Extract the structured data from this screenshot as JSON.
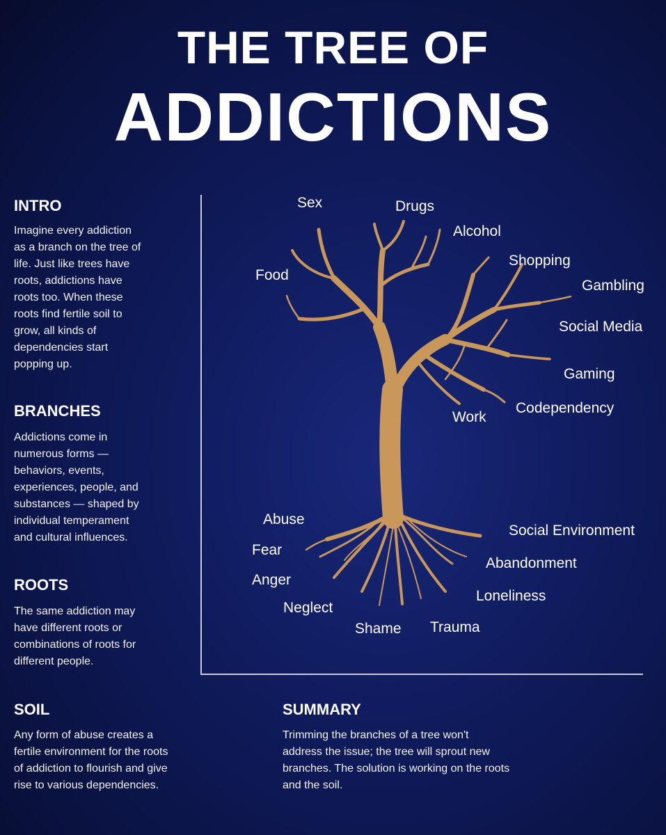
{
  "title": {
    "line1": "THE TREE OF",
    "line2": "ADDICTIONS"
  },
  "sections": {
    "intro": {
      "heading": "INTRO",
      "lines": [
        "Imagine every addiction",
        "as a branch on the tree of",
        "life. Just like trees have",
        "roots, addictions have",
        "roots too. When these",
        "roots find fertile soil to",
        "grow, all kinds of",
        "dependencies start",
        "popping up."
      ]
    },
    "branches": {
      "heading": "BRANCHES",
      "lines": [
        "Addictions come in",
        "numerous forms —",
        "behaviors, events,",
        "experiences, people, and",
        "substances — shaped by",
        "individual temperament",
        "and cultural influences."
      ]
    },
    "roots": {
      "heading": "ROOTS",
      "lines": [
        "The same addiction may",
        "have different roots or",
        "combinations of roots for",
        "different people."
      ]
    },
    "soil": {
      "heading": "SOIL",
      "lines": [
        "Any form of abuse creates a",
        "fertile environment for the roots",
        "of addiction to flourish and give",
        "rise to various dependencies."
      ]
    },
    "summary": {
      "heading": "SUMMARY",
      "lines": [
        "Trimming the branches of a tree won't",
        "address the issue; the tree will sprout new",
        "branches. The solution is working on the roots",
        "and the soil."
      ]
    }
  },
  "tree": {
    "branch_labels": [
      "Sex",
      "Drugs",
      "Alcohol",
      "Shopping",
      "Gambling",
      "Food",
      "Social Media",
      "Gaming",
      "Codependency",
      "Work"
    ],
    "root_labels": [
      "Abuse",
      "Fear",
      "Anger",
      "Neglect",
      "Shame",
      "Trauma",
      "Loneliness",
      "Abandonment",
      "Social Environment"
    ],
    "tree_color": "#c9975a"
  },
  "colors": {
    "background": "#0f1a5a",
    "text": "#ffffff",
    "divider": "#c9cbe0"
  }
}
